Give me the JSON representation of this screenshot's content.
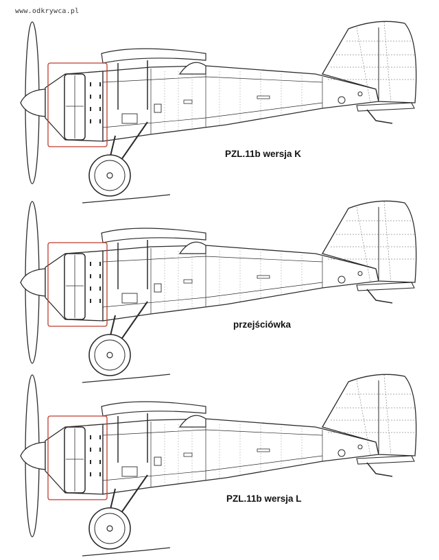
{
  "watermark": "www.odkrywca.pl",
  "planes": [
    {
      "label": "PZL.11b wersja K"
    },
    {
      "label": "przejściówka"
    },
    {
      "label": "PZL.11b wersja L"
    }
  ],
  "colors": {
    "line": "#2a2a2a",
    "highlight": "#c0392b",
    "background": "#ffffff"
  }
}
